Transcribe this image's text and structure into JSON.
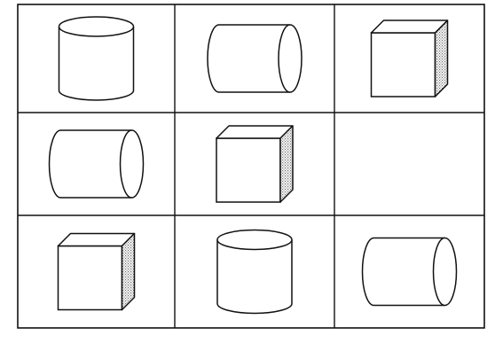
{
  "puzzle": {
    "rows": [
      [
        "cylinder-upright",
        "cylinder-sideways",
        "cube"
      ],
      [
        "cylinder-sideways",
        "cube",
        "blank"
      ],
      [
        "cube",
        "cylinder-upright",
        "cylinder-sideways"
      ]
    ],
    "line_color": "#111111",
    "shade_color": "#9a9a9a",
    "background": "#ffffff"
  }
}
